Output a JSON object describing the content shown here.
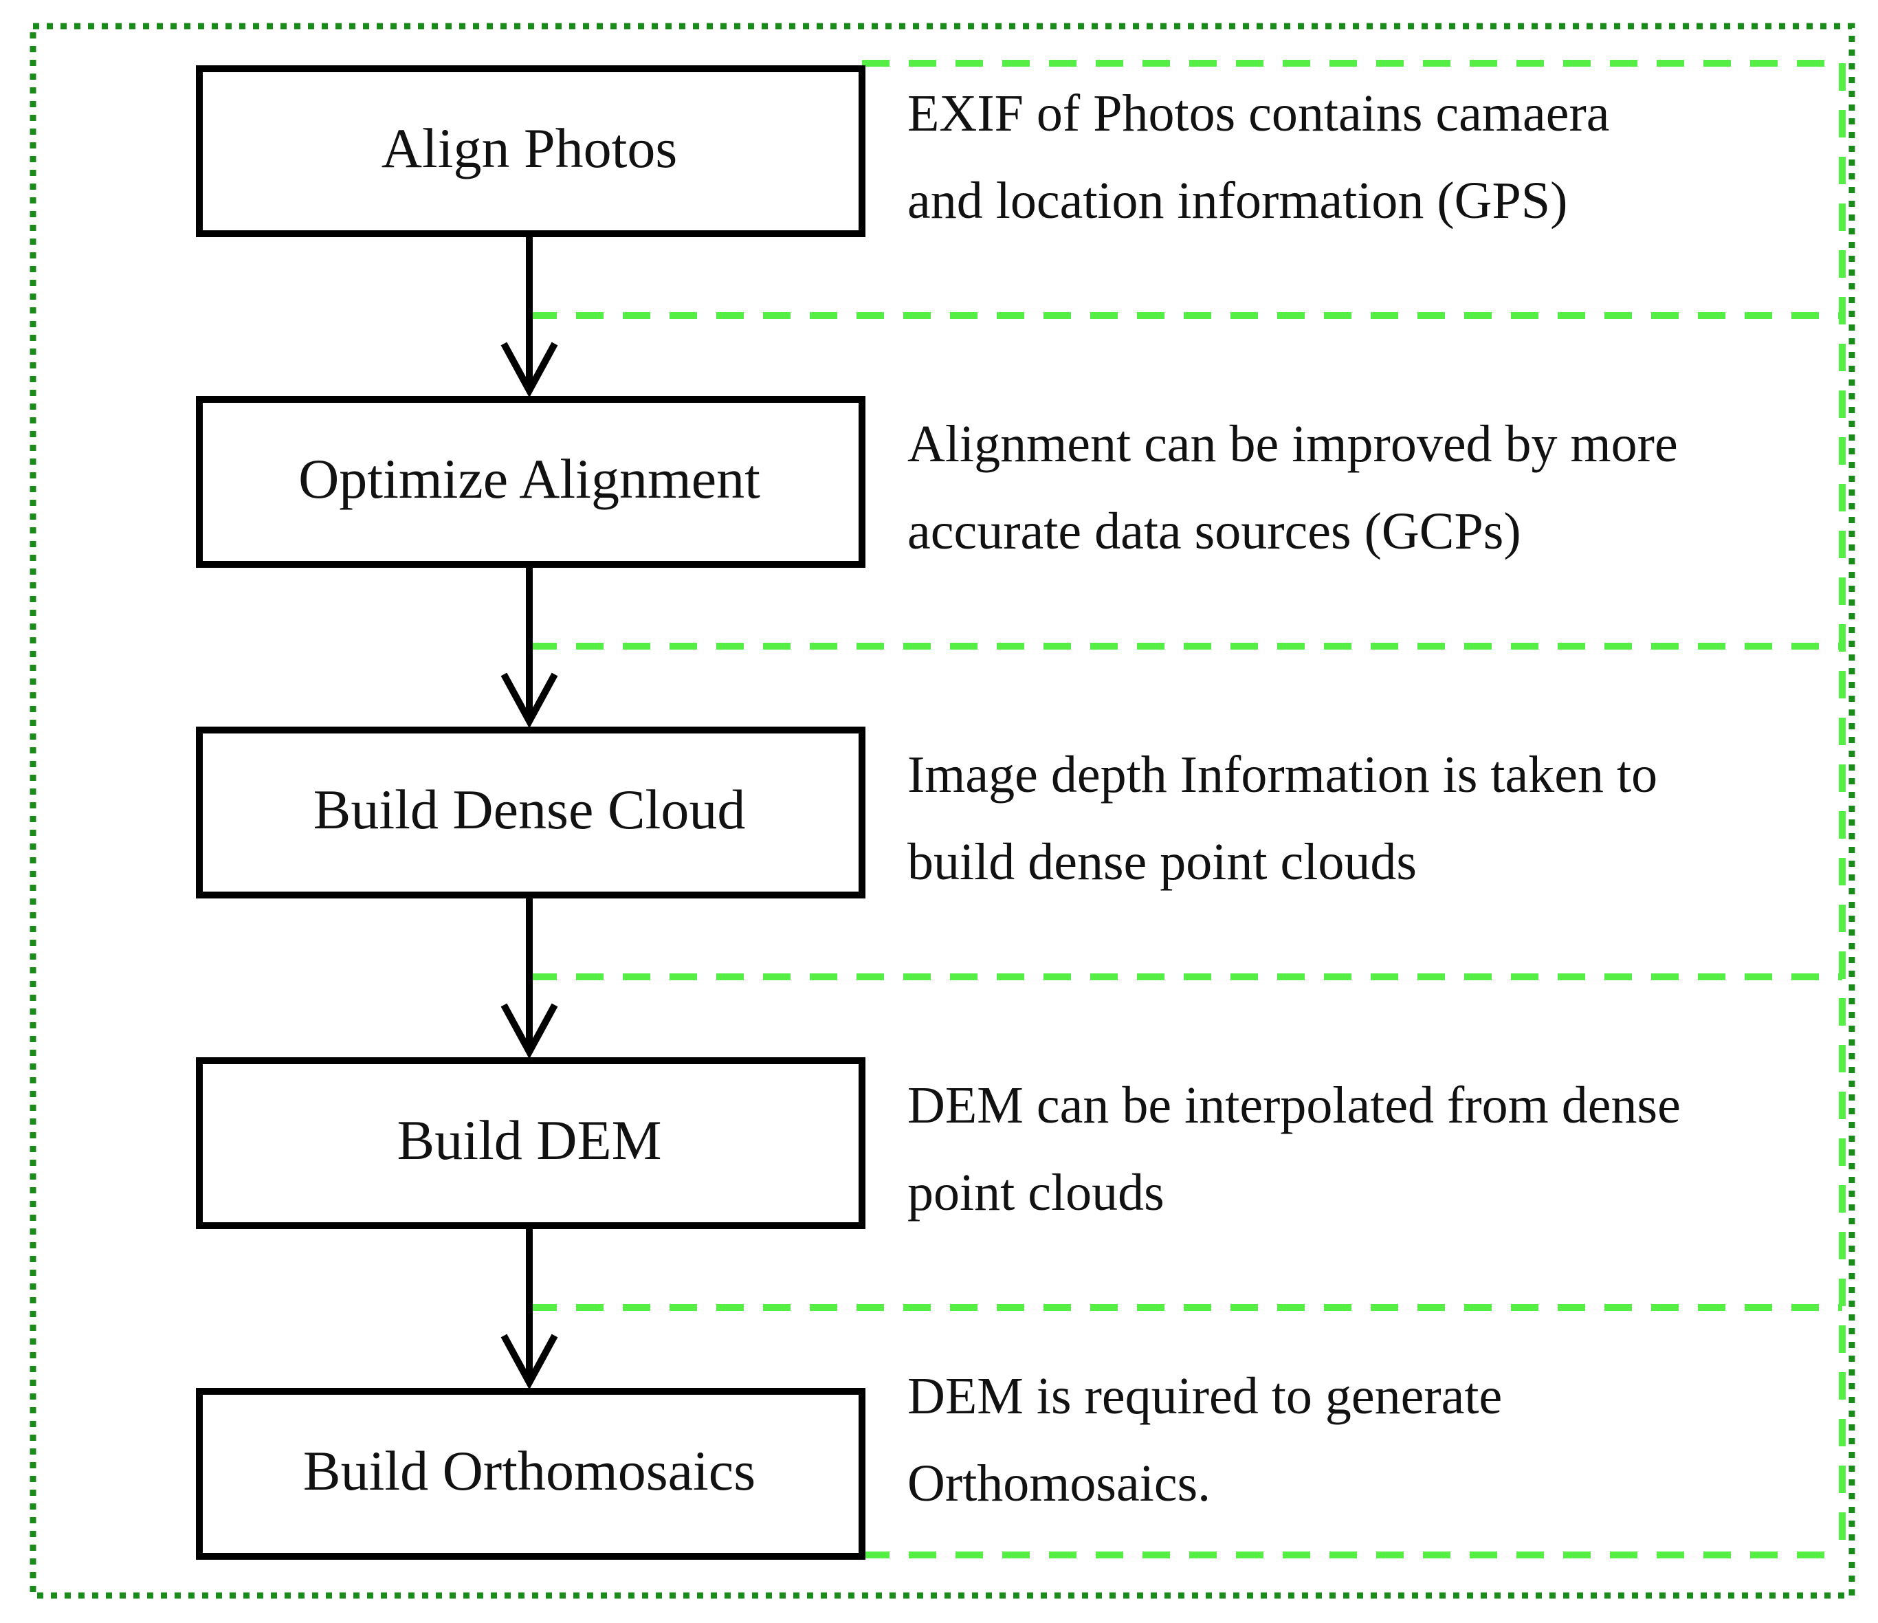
{
  "colors": {
    "outer_frame": "#1a8a1a",
    "note_dash": "#55ee44",
    "box_stroke": "#000000",
    "arrow": "#000000",
    "text": "#111111"
  },
  "steps": [
    {
      "label": "Align Photos",
      "note": [
        "EXIF of Photos contains camaera",
        "and location information (GPS)"
      ]
    },
    {
      "label": "Optimize Alignment",
      "note": [
        "Alignment can be improved by more",
        "accurate data sources (GCPs)"
      ]
    },
    {
      "label": "Build Dense Cloud",
      "note": [
        "Image depth Information is taken to",
        "build dense point clouds"
      ]
    },
    {
      "label": "Build DEM",
      "note": [
        "DEM can be interpolated from dense",
        "point clouds"
      ]
    },
    {
      "label": "Build Orthomosaics",
      "note": [
        "DEM is required to generate",
        "Orthomosaics."
      ]
    }
  ]
}
